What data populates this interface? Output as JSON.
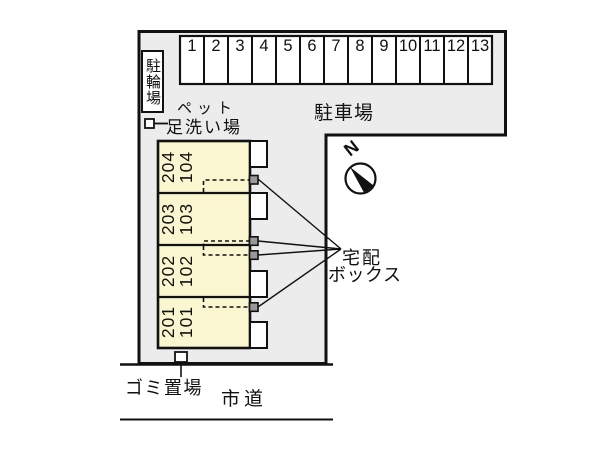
{
  "labels": {
    "bicycle_parking": "駐輪場",
    "parking_lot": "駐車場",
    "pet_wash_line1": "ペット",
    "pet_wash_line2": "足洗い場",
    "delivery_box_line1": "宅配",
    "delivery_box_line2": "ボックス",
    "garbage_area": "ゴミ置場",
    "city_road": "市道",
    "compass_north": "N"
  },
  "parking": {
    "stall_numbers": [
      "1",
      "2",
      "3",
      "4",
      "5",
      "6",
      "7",
      "8",
      "9",
      "10",
      "11",
      "12",
      "13"
    ]
  },
  "building": {
    "units": [
      {
        "upper": "204",
        "lower": "104"
      },
      {
        "upper": "203",
        "lower": "103"
      },
      {
        "upper": "202",
        "lower": "102"
      },
      {
        "upper": "201",
        "lower": "101"
      }
    ]
  },
  "colors": {
    "site_fill": "#ECECEC",
    "building_fill": "#FAF7D0",
    "line": "#111111"
  }
}
